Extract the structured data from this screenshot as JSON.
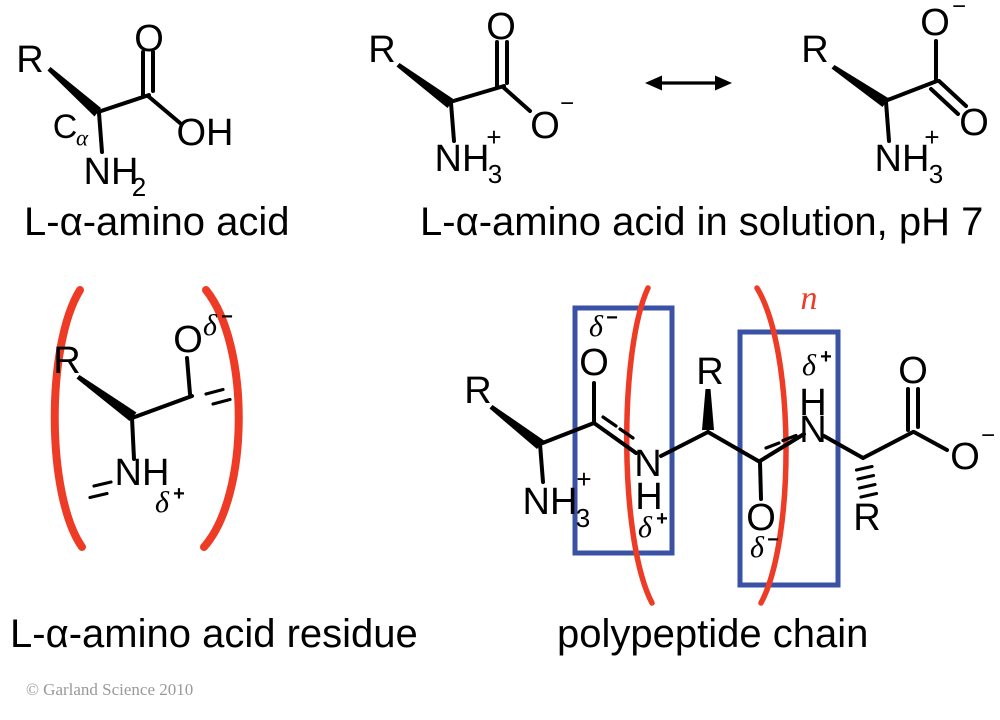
{
  "page": {
    "background": "#ffffff",
    "bond_color": "#000000",
    "bracket_red": "#ee3b26",
    "box_blue": "#3a52a5",
    "copyright_color": "#999999",
    "copyright": "© Garland Science 2010"
  },
  "amino_acid": {
    "caption": "L-α-amino acid",
    "r_group": "R",
    "carbonyl_oxygen": "O",
    "hydroxyl": "OH",
    "alpha_carbon": "C",
    "alpha_carbon_sub": "α",
    "amine": "NH",
    "amine_sub": "2"
  },
  "zwitterion": {
    "caption": "L-α-amino acid in solution, pH 7",
    "left": {
      "r_group": "R",
      "carbonyl_oxygen": "O",
      "carboxylate_oxygen": "O",
      "carboxylate_charge": "−",
      "amine": "NH",
      "amine_sub": "3",
      "amine_charge": "+"
    },
    "right": {
      "r_group": "R",
      "carboxylate_oxygen": "O",
      "carboxylate_charge": "−",
      "carbonyl_oxygen": "O",
      "amine": "NH",
      "amine_sub": "3",
      "amine_charge": "+"
    }
  },
  "residue": {
    "caption": "L-α-amino acid residue",
    "r_group": "R",
    "oxygen": "O",
    "oxygen_delta": "δ",
    "oxygen_delta_sign": "−",
    "amide": "NH",
    "amide_delta": "δ",
    "amide_delta_sign": "+"
  },
  "polypeptide": {
    "caption": "polypeptide chain",
    "repeat_symbol": "n",
    "r_group_1": "R",
    "amine": "NH",
    "amine_sub": "3",
    "amine_charge": "+",
    "oxygen_1": "O",
    "oxygen_1_delta": "δ",
    "oxygen_1_delta_sign": "−",
    "nitrogen_1": "N",
    "hydrogen_1": "H",
    "nitrogen_1_delta": "δ",
    "nitrogen_1_delta_sign": "+",
    "r_group_2": "R",
    "nitrogen_2_delta": "δ",
    "nitrogen_2_delta_sign": "+",
    "hydrogen_2": "H",
    "nitrogen_2": "N",
    "oxygen_2": "O",
    "oxygen_2_delta": "δ",
    "oxygen_2_delta_sign": "−",
    "r_group_3": "R",
    "oxygen_3": "O",
    "carboxylate_oxygen": "O",
    "carboxylate_charge": "−"
  }
}
